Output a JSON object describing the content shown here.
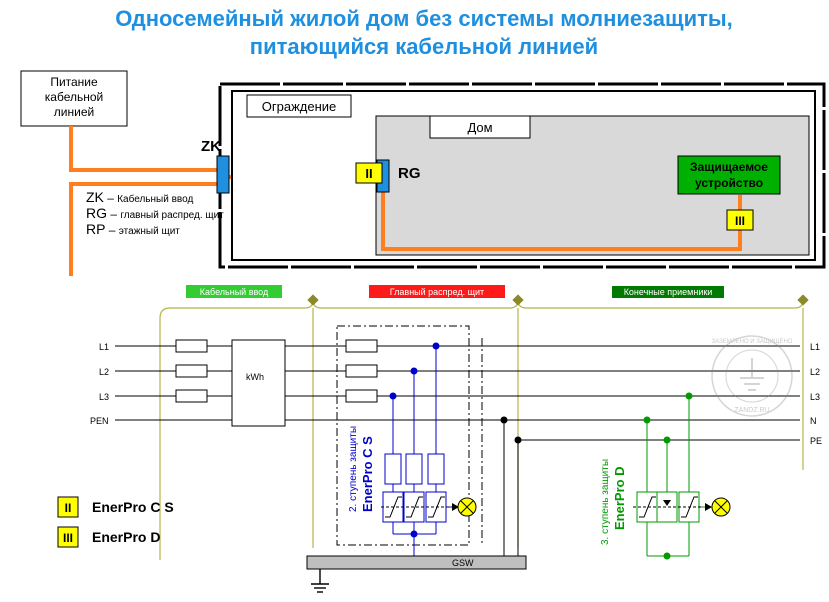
{
  "title": {
    "line1": "Односемейный жилой дом без системы молниезащиты,",
    "line2": "питающийся кабельной линией"
  },
  "top": {
    "supply_line1": "Питание",
    "supply_line2": "кабельной",
    "supply_line3": "линией",
    "fence": "Ограждение",
    "house": "Дом",
    "zk": "ZK",
    "rg": "RG",
    "protected_line1": "Защищаемое",
    "protected_line2": "устройство",
    "badge2": "II",
    "badge3": "III",
    "legend": [
      {
        "abbr": "ZK",
        "dash": " – ",
        "text": "Кабельный ввод"
      },
      {
        "abbr": "RG",
        "dash": " – ",
        "text": "главный распред. щит"
      },
      {
        "abbr": "RP",
        "dash": " – ",
        "text": "этажный щит"
      }
    ]
  },
  "sections": {
    "cable_entry": "Кабельный ввод",
    "main_board": "Главный распред. щит",
    "end_receivers": "Конечные приемники"
  },
  "lines": {
    "left": [
      "L1",
      "L2",
      "L3",
      "PEN"
    ],
    "right": [
      "L1",
      "L2",
      "L3",
      "N",
      "PE"
    ]
  },
  "meter": "kWh",
  "gsw": "GSW",
  "stage2": {
    "line1": "2. ступень защиты",
    "line2": "EnerPro C S"
  },
  "stage3": {
    "line1": "3. ступень защиты",
    "line2": "EnerPro D"
  },
  "products": [
    {
      "badge": "II",
      "name": "EnerPro C S"
    },
    {
      "badge": "III",
      "name": "EnerPro D"
    }
  ],
  "watermark": {
    "top": "ЗАЗЕМЛЕНО И ЗАЩИЩЕНО",
    "bottom": "ZANDZ.RU"
  },
  "colors": {
    "title": "#1f8fe0",
    "cable": "#ff7f1f",
    "blue_device": "#1f8fe0",
    "badge_yellow": "#ffff00",
    "protected_green": "#00b000",
    "section_green": "#33cc33",
    "section_red": "#ff1a1a",
    "section_darkgreen": "#007a00",
    "circuit_blue": "#0000cc",
    "circuit_green": "#009900",
    "olive": "#b5b54a"
  }
}
